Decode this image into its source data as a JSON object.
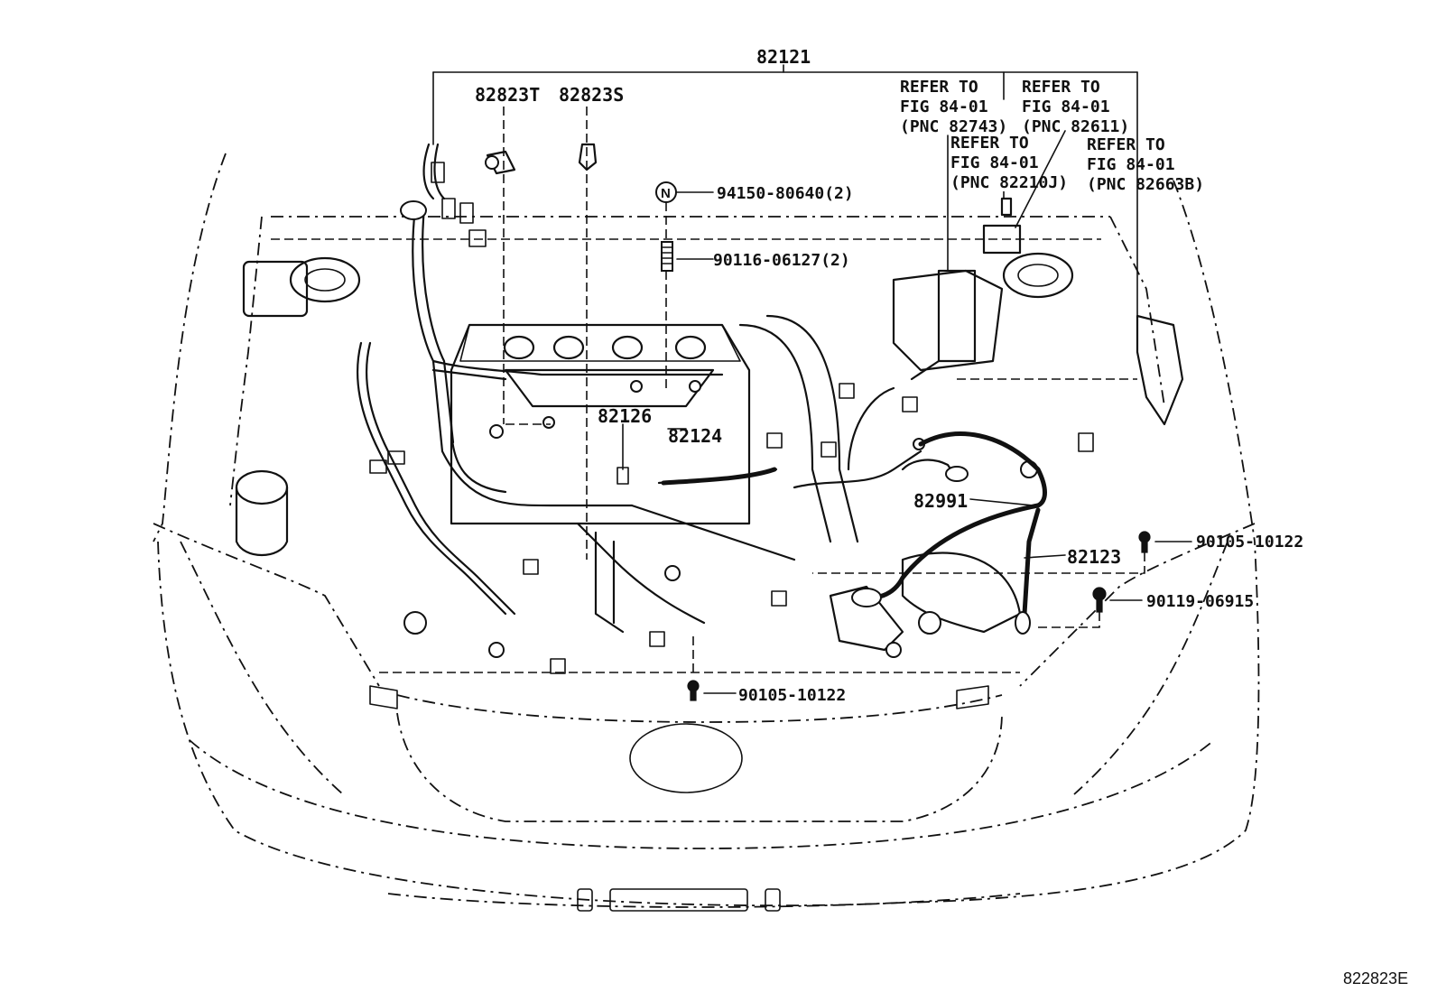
{
  "diagram": {
    "figure_id": "822823E",
    "callouts": {
      "assembly": "82121",
      "p_82823T": "82823T",
      "p_82823S": "82823S",
      "p_94150": "94150-80640(2)",
      "p_90116": "90116-06127(2)",
      "p_82126": "82126",
      "p_82124": "82124",
      "p_82991": "82991",
      "p_82123": "82123",
      "p_90105_right": "90105-10122",
      "p_90119": "90119-06915",
      "p_90105_bottom": "90105-10122"
    },
    "nut_mark": "N",
    "references": [
      {
        "line1": "REFER TO",
        "line2": "FIG 84-01",
        "line3": "(PNC 82743)"
      },
      {
        "line1": "REFER TO",
        "line2": "FIG 84-01",
        "line3": "(PNC 82611)"
      },
      {
        "line1": "REFER TO",
        "line2": "FIG 84-01",
        "line3": "(PNC 82210J)"
      },
      {
        "line1": "REFER TO",
        "line2": "FIG 84-01",
        "line3": "(PNC 82663B)"
      }
    ]
  }
}
